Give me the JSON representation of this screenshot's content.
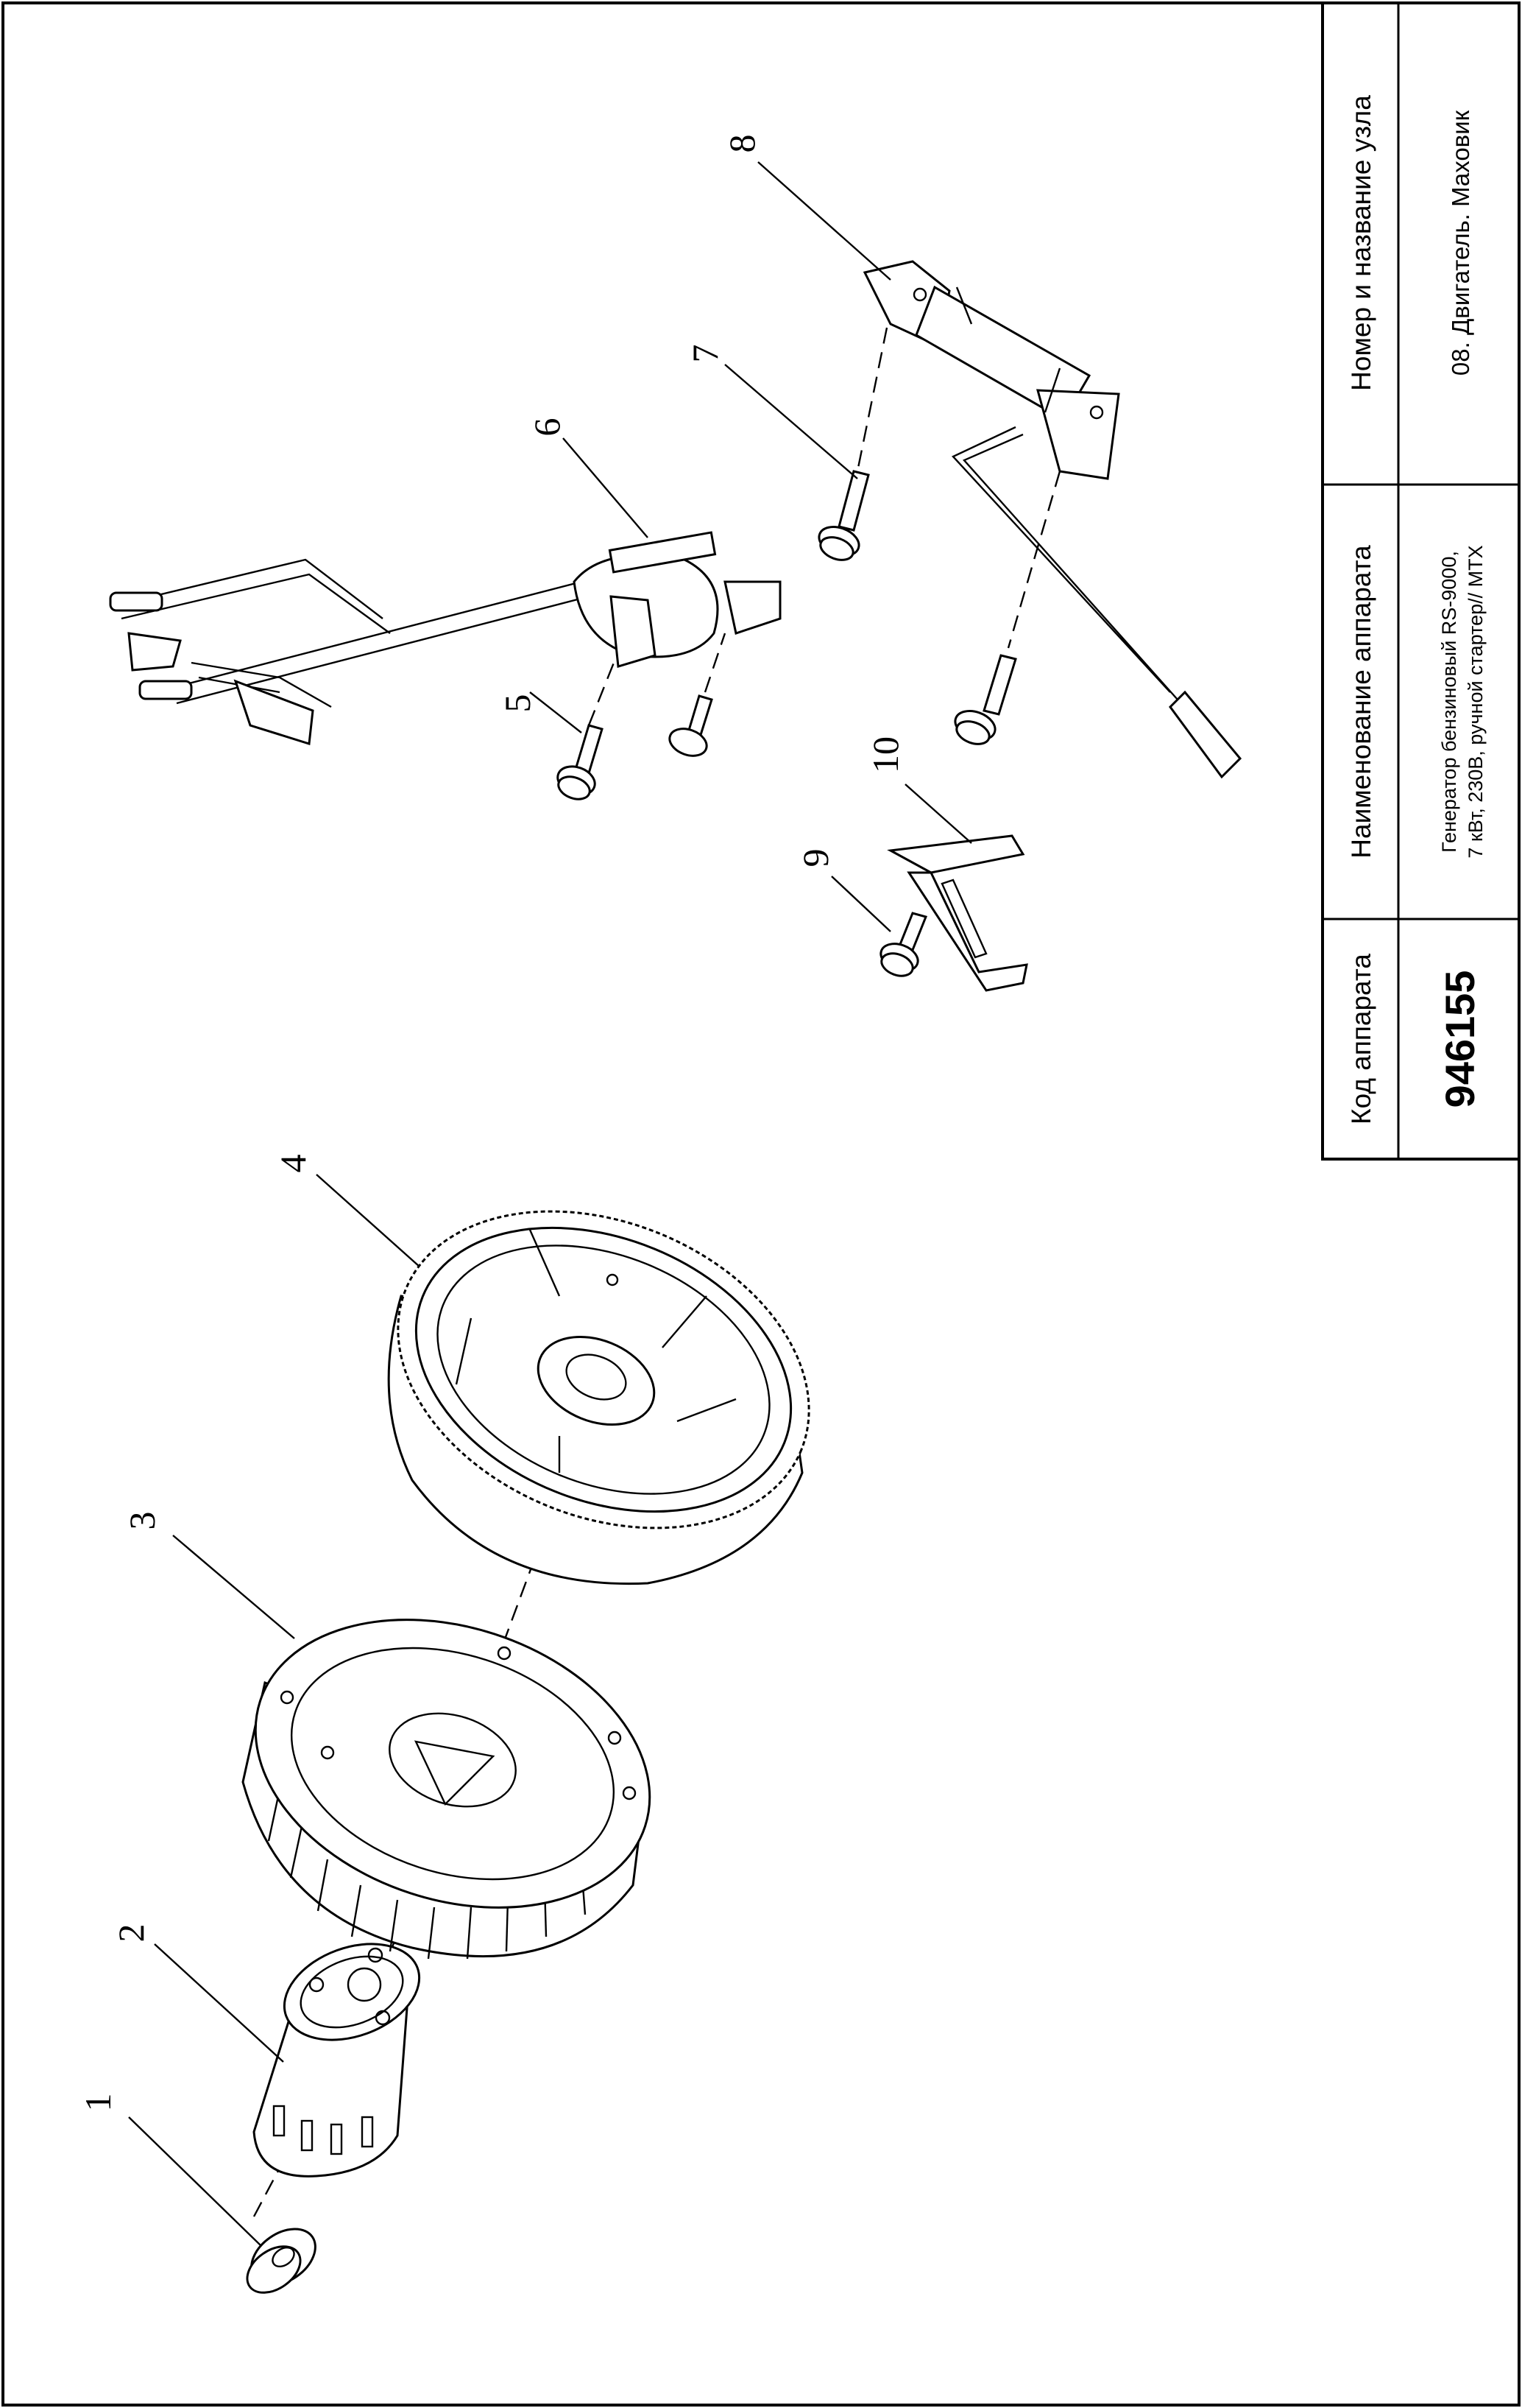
{
  "title_block": {
    "code_header": "Код аппарата",
    "code_value": "946155",
    "name_header": "Наименование аппарата",
    "name_line1": "Генератор бензиновый RS-9000,",
    "name_line2": "7 кВт, 230В, ручной стартер// MTX",
    "node_header": "Номер и название узла",
    "node_value": "08. Двигатель. Маховик"
  },
  "callouts": [
    "1",
    "2",
    "3",
    "4",
    "5",
    "6",
    "7",
    "8",
    "9",
    "10"
  ]
}
